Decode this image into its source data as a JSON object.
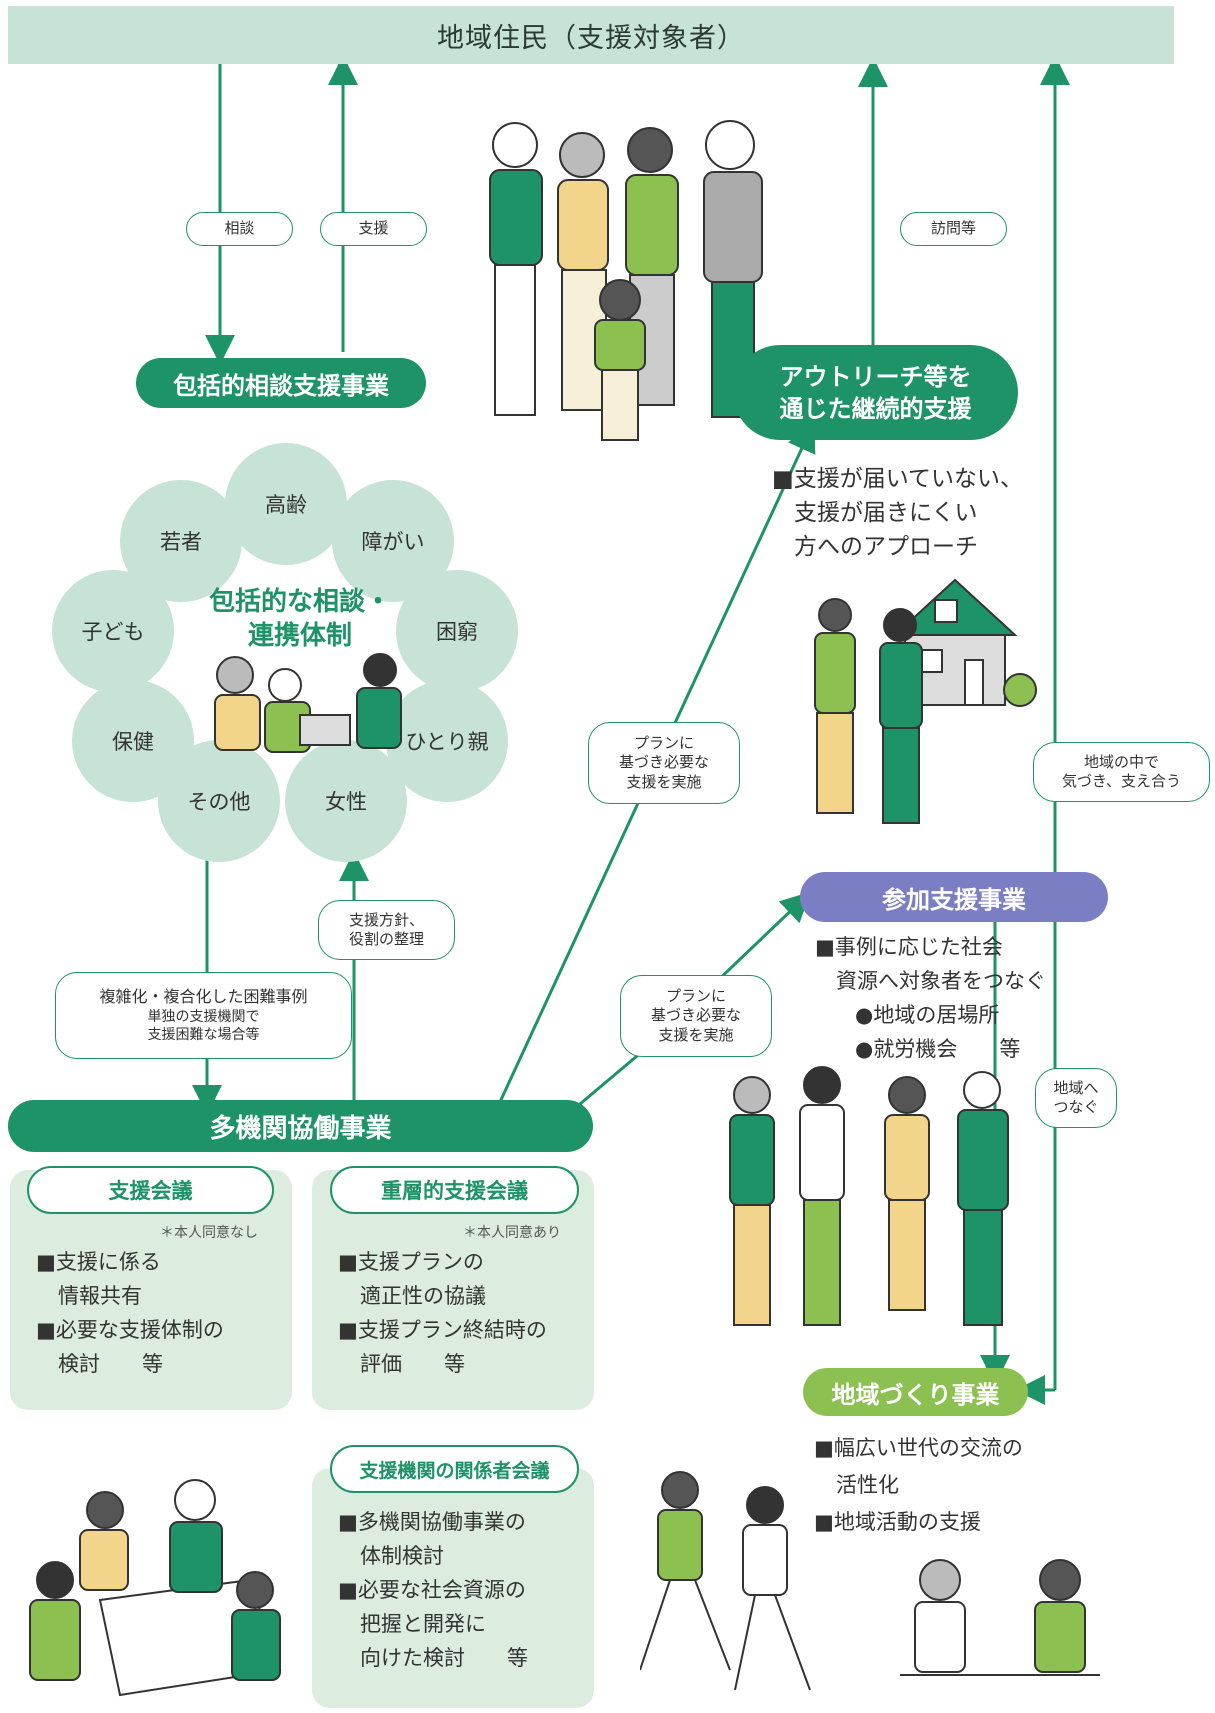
{
  "header": {
    "title": "地域住民（支援対象者）"
  },
  "arrow_labels": {
    "soudan": "相談",
    "shien": "支援",
    "houmon": "訪問等",
    "plan_outreach": [
      "プランに",
      "基づき必要な",
      "支援を実施"
    ],
    "plan_sanka": [
      "プランに",
      "基づき必要な",
      "支援を実施"
    ],
    "chiiki_naka": [
      "地域の中で",
      "気づき、支え合う"
    ],
    "chiiki_tsunagu": [
      "地域へ",
      "つなぐ"
    ],
    "houshin": [
      "支援方針、",
      "役割の整理"
    ],
    "fukuzatsu": {
      "main": "複雑化・複合化した困難事例",
      "sub1": "単独の支援機関で",
      "sub2": "支援困難な場合等"
    }
  },
  "programs": {
    "houkatsu": "包括的相談支援事業",
    "outreach": [
      "アウトリーチ等を",
      "通じた継続的支援"
    ],
    "sanka": "参加支援事業",
    "takikan": "多機関協働事業",
    "chiikidukuri": "地域づくり事業"
  },
  "network": {
    "title": [
      "包括的な相談・",
      "連携体制"
    ],
    "circles": [
      "高齢",
      "障がい",
      "困窮",
      "ひとり親",
      "女性",
      "その他",
      "保健",
      "子ども",
      "若者"
    ]
  },
  "outreach_desc": [
    "■支援が届いていない、",
    "支援が届きにくい",
    "方へのアプローチ"
  ],
  "sanka_desc": {
    "lines": [
      "■事例に応じた社会",
      "資源へ対象者をつなぐ"
    ],
    "items": [
      "●地域の居場所",
      "●就労機会　　等"
    ]
  },
  "chiiki_desc": [
    "■幅広い世代の交流の",
    "活性化",
    "■地域活動の支援"
  ],
  "panels": {
    "shien_kaigi": {
      "title": "支援会議",
      "note": "＊本人同意なし",
      "lines": [
        "■支援に係る",
        "情報共有",
        "■必要な支援体制の",
        "検討　　等"
      ]
    },
    "juusou": {
      "title": "重層的支援会議",
      "note": "＊本人同意あり",
      "lines": [
        "■支援プランの",
        "適正性の協議",
        "■支援プラン終結時の",
        "評価　　等"
      ]
    },
    "kankeisha": {
      "title": "支援機関の関係者会議",
      "lines": [
        "■多機関協働事業の",
        "体制検討",
        "■必要な社会資源の",
        "把握と開発に",
        "向けた検討　　等"
      ]
    }
  },
  "colors": {
    "green": "#1d9367",
    "mint": "#c6e3d5",
    "lime": "#8cc152",
    "purple": "#7b7ec3"
  }
}
